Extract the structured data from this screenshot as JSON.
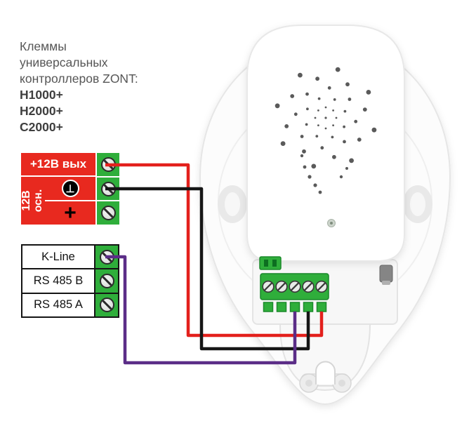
{
  "header": {
    "line1": "Клеммы",
    "line2": "универсальных",
    "line3": "контроллеров ZONT:",
    "models": [
      "H1000+",
      "H2000+",
      "C2000+"
    ]
  },
  "power_block": {
    "output_label": "+12В вых",
    "side_label_line1": "12В",
    "side_label_line2": "осн.",
    "minus_symbol": "⊥",
    "plus_symbol": "+"
  },
  "comm_block": {
    "rows": [
      "K-Line",
      "RS 485 B",
      "RS 485 A"
    ]
  },
  "colors": {
    "block_red": "#e8291f",
    "terminal_green": "#2fae3b",
    "terminal_green_dark": "#1b8a2b",
    "wire_red": "#e3201c",
    "wire_black": "#161616",
    "wire_purple": "#5b2d87"
  }
}
